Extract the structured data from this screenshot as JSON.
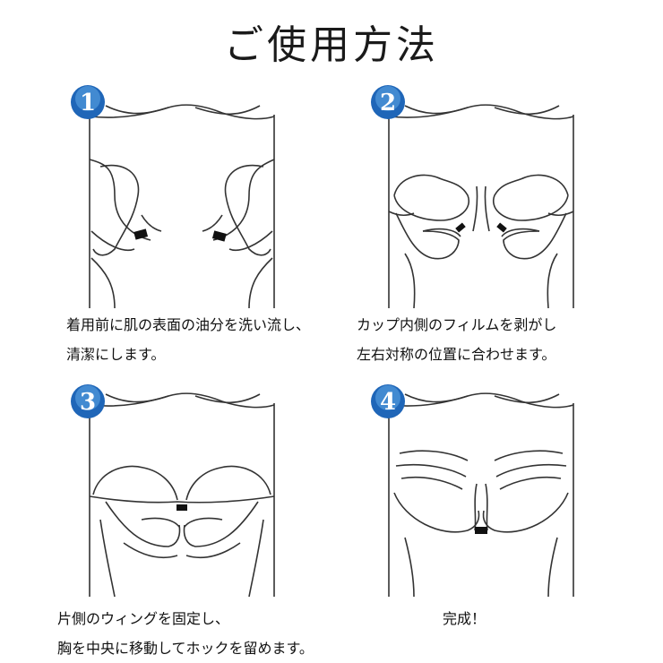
{
  "page": {
    "title": "ご使用方法"
  },
  "steps": [
    {
      "number": "1",
      "caption": [
        "着用前に肌の表面の油分を洗い流し、",
        "清潔にします。"
      ]
    },
    {
      "number": "2",
      "caption": [
        "カップ内側のフィルムを剥がし",
        "左右対称の位置に合わせます。"
      ]
    },
    {
      "number": "3",
      "caption": [
        "片側のウィングを固定し、",
        "胸を中央に移動してホックを留めます。"
      ]
    },
    {
      "number": "4",
      "caption": [
        "完成！"
      ]
    }
  ],
  "colors": {
    "badge_blue": "#1f66b8",
    "badge_light": "#5fa8e6",
    "line": "#333333"
  }
}
